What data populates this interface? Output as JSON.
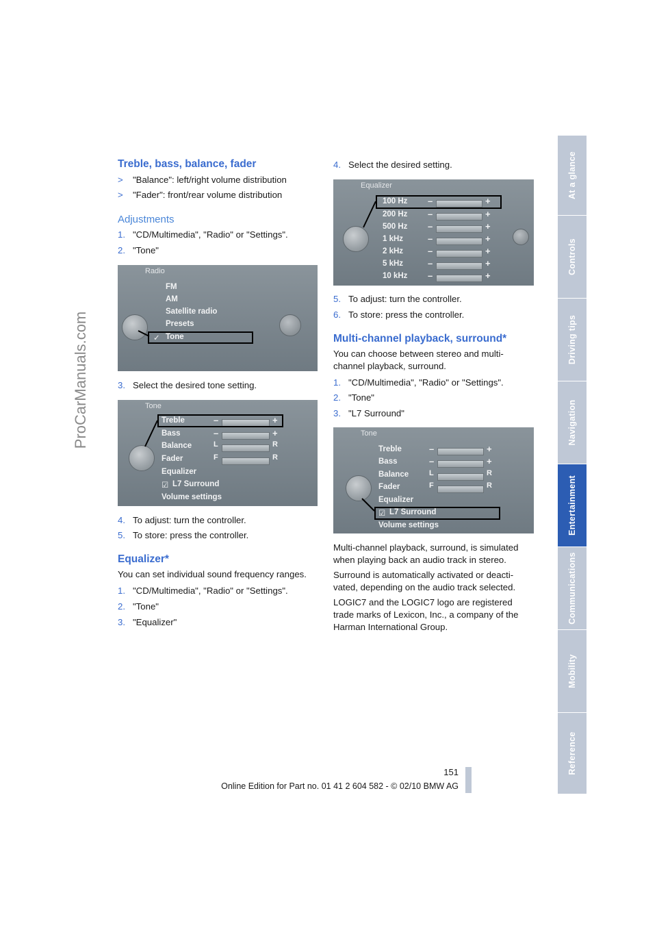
{
  "watermark": "ProCarManuals.com",
  "side_tabs": [
    "At a glance",
    "Controls",
    "Driving tips",
    "Navigation",
    "Entertainment",
    "Communications",
    "Mobility",
    "Reference"
  ],
  "active_tab": "Entertainment",
  "left": {
    "h1": "Treble, bass, balance, fader",
    "bullets": [
      "\"Balance\": left/right volume distribution",
      "\"Fader\": front/rear volume distribution"
    ],
    "h2": "Adjustments",
    "steps_a": [
      {
        "n": "1.",
        "t": "\"CD/Multimedia\", \"Radio\" or \"Settings\"."
      },
      {
        "n": "2.",
        "t": "\"Tone\""
      }
    ],
    "screen_radio": {
      "title": "Radio",
      "items": [
        "FM",
        "AM",
        "Satellite radio",
        "Presets",
        "Tone"
      ],
      "check": "✓"
    },
    "step3": {
      "n": "3.",
      "t": "Select the desired tone setting."
    },
    "screen_tone": {
      "title": "Tone",
      "items": [
        "Treble",
        "Bass",
        "Balance",
        "Fader",
        "Equalizer",
        "L7 Surround",
        "Volume settings"
      ],
      "check": "☑"
    },
    "steps_b": [
      {
        "n": "4.",
        "t": "To adjust: turn the controller."
      },
      {
        "n": "5.",
        "t": "To store: press the controller."
      }
    ],
    "h3": "Equalizer*",
    "eq_intro": "You can set individual sound frequency ranges.",
    "steps_c": [
      {
        "n": "1.",
        "t": "\"CD/Multimedia\", \"Radio\" or \"Settings\"."
      },
      {
        "n": "2.",
        "t": "\"Tone\""
      },
      {
        "n": "3.",
        "t": "\"Equalizer\""
      }
    ]
  },
  "right": {
    "step4": {
      "n": "4.",
      "t": "Select the desired setting."
    },
    "screen_eq": {
      "title": "Equalizer",
      "bands": [
        "100 Hz",
        "200 Hz",
        "500 Hz",
        "1 kHz",
        "2 kHz",
        "5 kHz",
        "10 kHz"
      ]
    },
    "steps_a": [
      {
        "n": "5.",
        "t": "To adjust: turn the controller."
      },
      {
        "n": "6.",
        "t": "To store: press the controller."
      }
    ],
    "h1": "Multi-channel playback, surround*",
    "intro_l1": "You can choose between stereo and multi-",
    "intro_l2": "channel playback, surround.",
    "steps_b": [
      {
        "n": "1.",
        "t": "\"CD/Multimedia\", \"Radio\" or \"Settings\"."
      },
      {
        "n": "2.",
        "t": "\"Tone\""
      },
      {
        "n": "3.",
        "t": "\"L7 Surround\""
      }
    ],
    "screen_tone2": {
      "title": "Tone",
      "items": [
        "Treble",
        "Bass",
        "Balance",
        "Fader",
        "Equalizer",
        "L7 Surround",
        "Volume settings"
      ],
      "check": "☑"
    },
    "paras": [
      [
        "Multi-channel playback, surround, is simulated",
        "when playing back an audio track in stereo."
      ],
      [
        "Surround is automatically activated or deacti-",
        "vated, depending on the audio track selected."
      ],
      [
        "LOGIC7 and the LOGIC7 logo are registered",
        "trade marks of Lexicon, Inc., a company of the",
        "Harman International Group."
      ]
    ]
  },
  "footer": {
    "page": "151",
    "edition": "Online Edition for Part no. 01 41 2 604 582 - © 02/10 BMW AG"
  },
  "colors": {
    "accent": "#3a6ccf",
    "tab_active": "#2c5db3",
    "tab_inactive": "#bfc8d6"
  }
}
